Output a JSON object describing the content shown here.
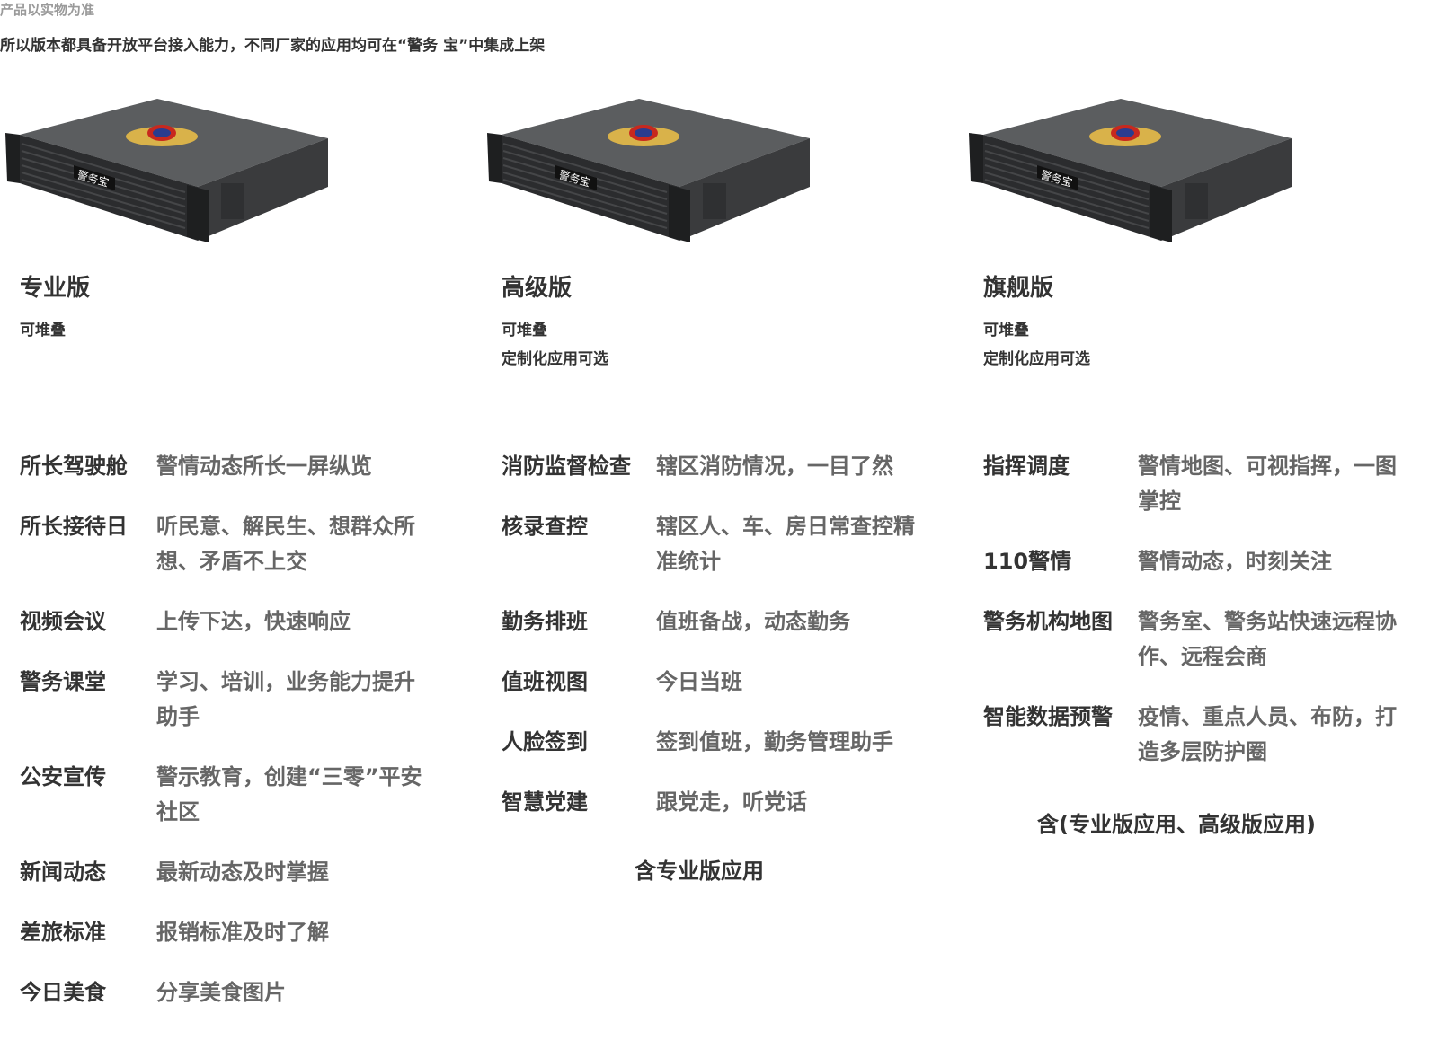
{
  "page": {
    "note": "产品以实物为准",
    "intro": "所以版本都具备开放平台接入能力，不同厂家的应用均可在“警务 宝”中集成上架",
    "device_label": "警务宝"
  },
  "colors": {
    "chassis_top": "#5b5d5f",
    "chassis_front": "#2b2c2e",
    "badge_gold": "#d9b24a",
    "badge_blue": "#2a3c8f",
    "badge_red": "#c8281e",
    "text_dark": "#333333",
    "text_gray": "#666666"
  },
  "editions": [
    {
      "name": "专业版",
      "features": [
        "可堆叠"
      ],
      "apps": [
        {
          "name": "所长驾驶舱",
          "desc": "警情动态所长一屏纵览"
        },
        {
          "name": "所长接待日",
          "desc": "听民意、解民生、想群众所想、矛盾不上交"
        },
        {
          "name": "视频会议",
          "desc": "上传下达，快速响应"
        },
        {
          "name": "警务课堂",
          "desc": "学习、培训，业务能力提升助手"
        },
        {
          "name": "公安宣传",
          "desc": "警示教育，创建“三零”平安社区"
        },
        {
          "name": "新闻动态",
          "desc": "最新动态及时掌握"
        },
        {
          "name": "差旅标准",
          "desc": "报销标准及时了解"
        },
        {
          "name": "今日美食",
          "desc": "分享美食图片"
        }
      ]
    },
    {
      "name": "高级版",
      "features": [
        "可堆叠",
        "定制化应用可选"
      ],
      "apps": [
        {
          "name": "消防监督检查",
          "desc": "辖区消防情况，一目了然"
        },
        {
          "name": "核录查控",
          "desc": "辖区人、车、房日常查控精准统计"
        },
        {
          "name": "勤务排班",
          "desc": "值班备战，动态勤务"
        },
        {
          "name": "值班视图",
          "desc": "今日当班"
        },
        {
          "name": "人脸签到",
          "desc": "签到值班，勤务管理助手"
        },
        {
          "name": "智慧党建",
          "desc": "跟党走，听党话"
        }
      ],
      "includes": "含专业版应用"
    },
    {
      "name": "旗舰版",
      "features": [
        "可堆叠",
        "定制化应用可选"
      ],
      "apps": [
        {
          "name": "指挥调度",
          "desc": "警情地图、可视指挥，一图掌控"
        },
        {
          "name": "110警情",
          "desc": "警情动态，时刻关注"
        },
        {
          "name": "警务机构地图",
          "desc": "警务室、警务站快速远程协作、远程会商"
        },
        {
          "name": "智能数据预警",
          "desc": "疫情、重点人员、布防，打造多层防护圈"
        }
      ],
      "includes": "含(专业版应用、高级版应用)"
    }
  ]
}
